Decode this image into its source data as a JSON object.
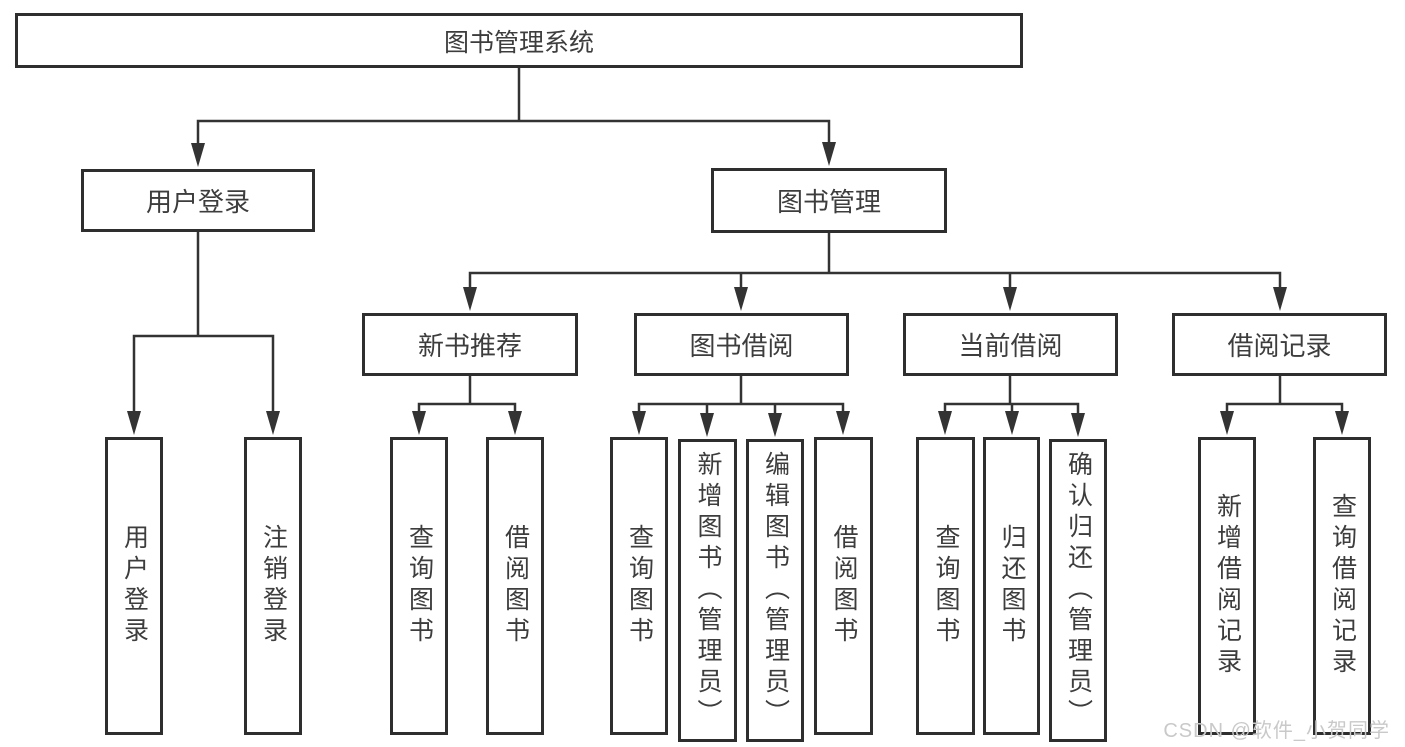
{
  "tree": {
    "label": "图书管理系统",
    "children": [
      {
        "label": "用户登录",
        "children": [
          {
            "label": "用户登录"
          },
          {
            "label": "注销登录"
          }
        ]
      },
      {
        "label": "图书管理",
        "children": [
          {
            "label": "新书推荐",
            "children": [
              {
                "label": "查询图书"
              },
              {
                "label": "借阅图书"
              }
            ]
          },
          {
            "label": "图书借阅",
            "children": [
              {
                "label": "查询图书"
              },
              {
                "label": "新增图书（管理员）"
              },
              {
                "label": "编辑图书（管理员）"
              },
              {
                "label": "借阅图书"
              }
            ]
          },
          {
            "label": "当前借阅",
            "children": [
              {
                "label": "查询图书"
              },
              {
                "label": "归还图书"
              },
              {
                "label": "确认归还（管理员）"
              }
            ]
          },
          {
            "label": "借阅记录",
            "children": [
              {
                "label": "新增借阅记录"
              },
              {
                "label": "查询借阅记录"
              }
            ]
          }
        ]
      }
    ]
  },
  "colors": {
    "line": "#333333",
    "border": "#2e2e2e",
    "text": "#3d3d3d",
    "watermark": "#c9c9c9"
  },
  "watermark": "CSDN @软件_小贺同学"
}
